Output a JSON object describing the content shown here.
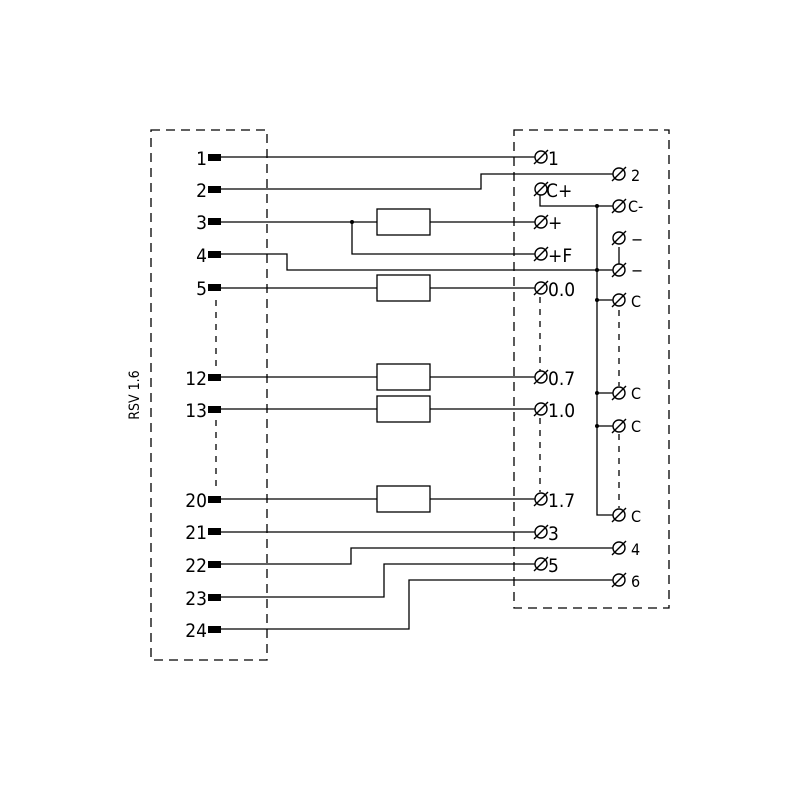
{
  "module_label": "RSV 1.6",
  "pins": [
    "1",
    "2",
    "3",
    "4",
    "5",
    "12",
    "13",
    "20",
    "21",
    "22",
    "23",
    "24"
  ],
  "left_terminals": [
    "1",
    "C+",
    "+",
    "+F",
    "0.0",
    "0.7",
    "1.0",
    "1.7",
    "3",
    "5"
  ],
  "right_terminals": [
    "2",
    "C-",
    "−",
    "−",
    "C",
    "C",
    "C",
    "C",
    "4",
    "6"
  ]
}
